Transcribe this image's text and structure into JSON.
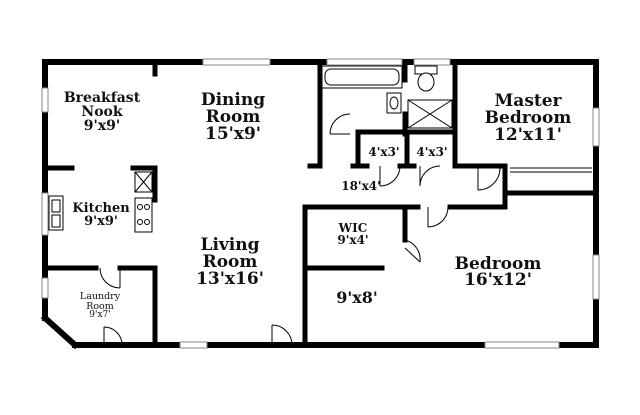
{
  "floor_plan": {
    "rooms": {
      "breakfast_nook": {
        "name_line1": "Breakfast",
        "name_line2": "Nook",
        "size": "9'x9'"
      },
      "dining_room": {
        "name_line1": "Dining",
        "name_line2": "Room",
        "size": "15'x9'"
      },
      "master_bedroom": {
        "name_line1": "Master",
        "name_line2": "Bedroom",
        "size": "12'x11'"
      },
      "kitchen": {
        "name": "Kitchen",
        "size": "9'x9'"
      },
      "living_room": {
        "name_line1": "Living",
        "name_line2": "Room",
        "size": "13'x16'"
      },
      "wic": {
        "name": "WIC",
        "size": "9'x4'"
      },
      "bedroom": {
        "name": "Bedroom",
        "size": "16'x12'"
      },
      "laundry_room": {
        "name_line1": "Laundry",
        "name_line2": "Room",
        "size": "9'x7'"
      }
    },
    "dimensions": {
      "closet_a": "4'x3'",
      "closet_b": "4'x3'",
      "hall": "18'x4'",
      "bedroom2": "9'x8'"
    }
  }
}
